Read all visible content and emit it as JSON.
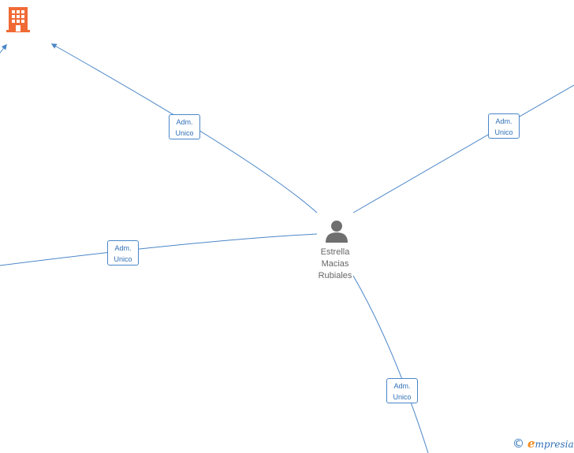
{
  "person": {
    "name_line1": "Estrella",
    "name_line2": "Macias",
    "name_line3": "Rubiales",
    "icon": "person-icon"
  },
  "company": {
    "icon": "building-icon",
    "color": "#f06a35"
  },
  "edges": [
    {
      "line1": "Adm.",
      "line2": "Unico"
    },
    {
      "line1": "Adm.",
      "line2": "Unico"
    },
    {
      "line1": "Adm.",
      "line2": "Unico"
    },
    {
      "line1": "Adm.",
      "line2": "Unico"
    }
  ],
  "footer": {
    "copyright_symbol": "©",
    "brand_initial": "e",
    "brand_rest": "mpresia"
  },
  "colors": {
    "edge": "#4a86c8",
    "label_text": "#2f6fb7",
    "person": "#6f6f6f"
  }
}
